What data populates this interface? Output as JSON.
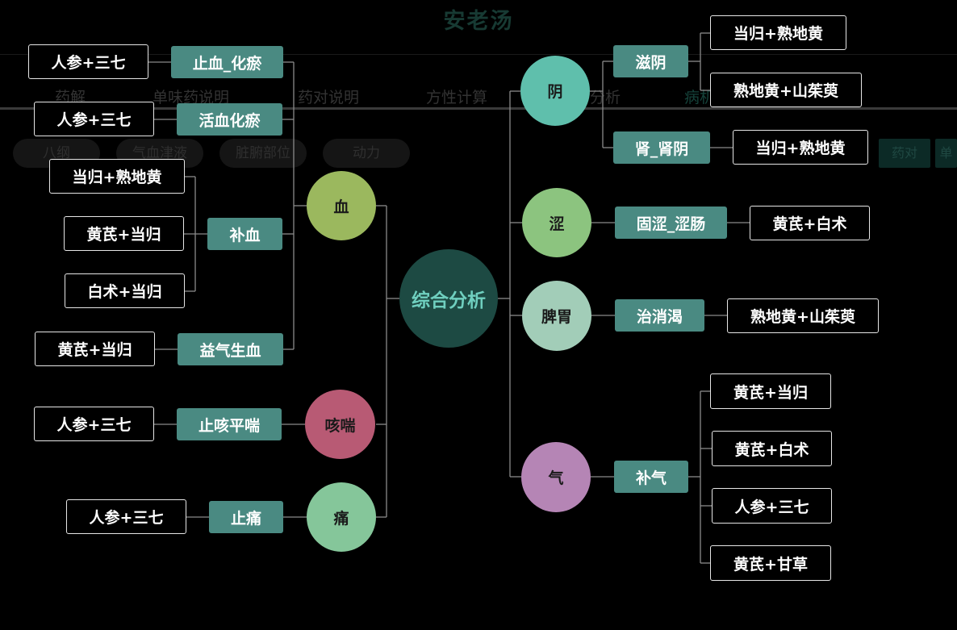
{
  "title": "安老汤",
  "tabs": [
    "药解",
    "单味药说明",
    "药对说明",
    "方性计算",
    "分析",
    "病机"
  ],
  "pills": [
    "八纲",
    "气血津液",
    "脏腑部位",
    "动力"
  ],
  "right_buttons": [
    "药对",
    "单"
  ],
  "center": "综合分析",
  "categories": {
    "xue": "血",
    "kechuan": "咳喘",
    "tong": "痛",
    "yin": "阴",
    "se": "涩",
    "piwei": "脾胃",
    "qi": "气"
  },
  "functions": {
    "zhixue": "止血_化瘀",
    "huoxue": "活血化瘀",
    "buxue": "补血",
    "yiqi": "益气生血",
    "zhike": "止咳平喘",
    "zhitong": "止痛",
    "ziyin": "滋阴",
    "shenyin": "肾_肾阴",
    "guse": "固涩_涩肠",
    "zhixiao": "治消渴",
    "buqi": "补气"
  },
  "pairs": {
    "p1": "人参+三七",
    "p2": "人参+三七",
    "p3": "当归+熟地黄",
    "p4": "黄芪+当归",
    "p5": "白术+当归",
    "p6": "黄芪+当归",
    "p7": "人参+三七",
    "p8": "人参+三七",
    "p9": "当归+熟地黄",
    "p10": "熟地黄+山茱萸",
    "p11": "当归+熟地黄",
    "p12": "黄芪+白术",
    "p13": "熟地黄+山茱萸",
    "p14": "黄芪+当归",
    "p15": "黄芪+白术",
    "p16": "人参+三七",
    "p17": "黄芪+甘草"
  },
  "colors": {
    "center": "#1d4a43",
    "xue": "#9bb85e",
    "kechuan": "#b85a74",
    "tong": "#85c69a",
    "yin": "#5fbfac",
    "se": "#8cc47f",
    "piwei": "#a2cdb8",
    "qi": "#b585b5",
    "func": "#4a8a82"
  }
}
